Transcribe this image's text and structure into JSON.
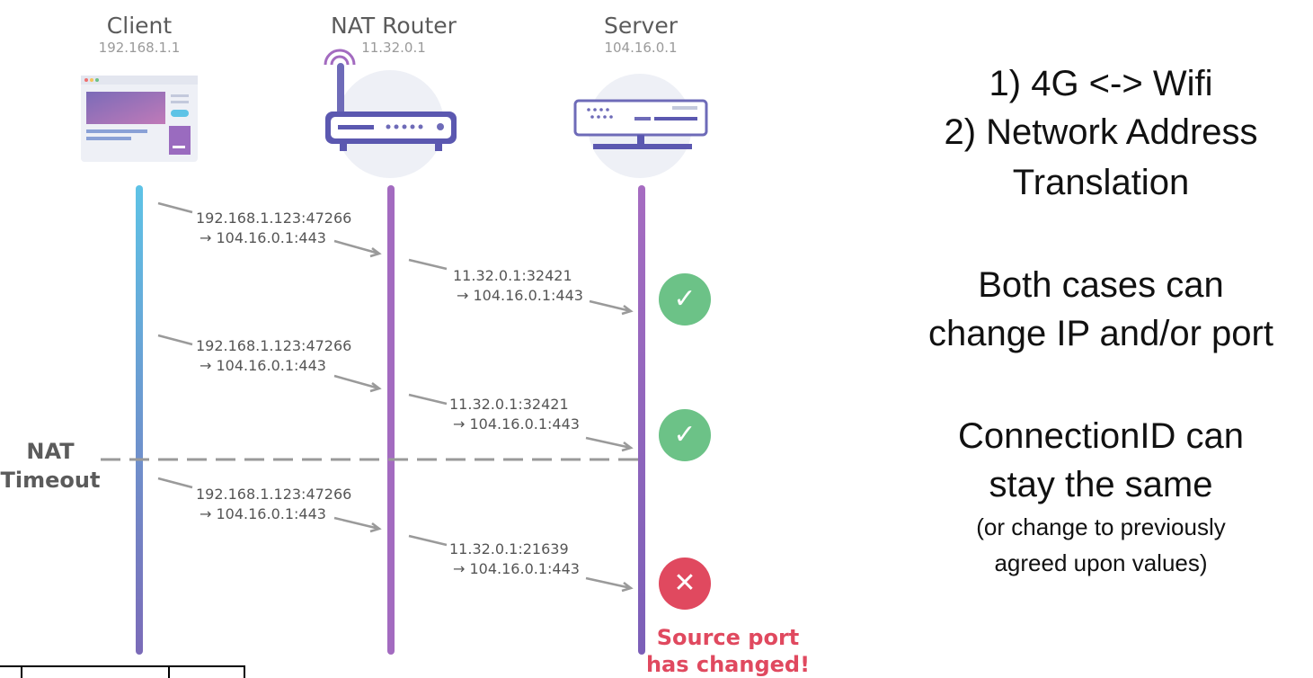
{
  "columns": [
    {
      "title": "Client",
      "ip": "192.168.1.1"
    },
    {
      "title": "NAT Router",
      "ip": "11.32.0.1"
    },
    {
      "title": "Server",
      "ip": "104.16.0.1"
    }
  ],
  "messages": [
    {
      "line1": "192.168.1.123:47266",
      "line2": "→ 104.16.0.1:443"
    },
    {
      "line1": "11.32.0.1:32421",
      "line2": "→ 104.16.0.1:443"
    },
    {
      "line1": "192.168.1.123:47266",
      "line2": "→ 104.16.0.1:443"
    },
    {
      "line1": "11.32.0.1:32421",
      "line2": "→ 104.16.0.1:443"
    },
    {
      "line1": "192.168.1.123:47266",
      "line2": "→ 104.16.0.1:443"
    },
    {
      "line1": "11.32.0.1:21639",
      "line2": "→ 104.16.0.1:443"
    }
  ],
  "status_icons": [
    "✓",
    "✓",
    "✕"
  ],
  "nat_timeout": {
    "line1": "NAT",
    "line2": "Timeout"
  },
  "failure": {
    "line1": "Source port",
    "line2": "has changed!"
  },
  "notes": {
    "item1": "1) 4G <-> Wifi",
    "item2_line1": "2) Network Address",
    "item2_line2": "Translation",
    "both_line1": "Both cases can",
    "both_line2": "change IP and/or port",
    "conn_line1": "ConnectionID can",
    "conn_line2": "stay the same",
    "conn_line3": "(or change to previously",
    "conn_line4": "agreed upon values)"
  },
  "colors": {
    "client_lane_top": "#5ec3e6",
    "client_lane_bottom": "#7b6bb8",
    "router_lane": "#a36bc0",
    "server_lane_top": "#a36bc0",
    "server_lane_bottom": "#7b5fb8",
    "ok": "#6cc287",
    "error": "#e0495f"
  }
}
